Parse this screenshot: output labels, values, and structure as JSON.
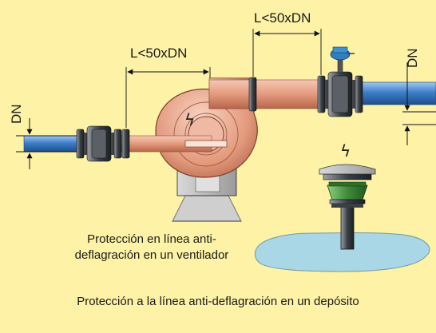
{
  "labels": {
    "dim_fan": "L<50xDN",
    "dim_top": "L<50xDN",
    "dn_left": "DN",
    "dn_right": "DN"
  },
  "captions": {
    "fan_line1": "Protección en línea anti-",
    "fan_line2": "deflagración en un ventilador",
    "tank": "Protección a la línea anti-deflagración en un depósito"
  },
  "icons": {
    "lightning": "ϟ"
  },
  "colors": {
    "background": "#fdf2a6",
    "copper_pipe": "#e8a58c",
    "blue_pipe": "#4f8fd0",
    "tank_liquid": "#a9d7e6",
    "arrester_green": "#3f8a3a"
  }
}
